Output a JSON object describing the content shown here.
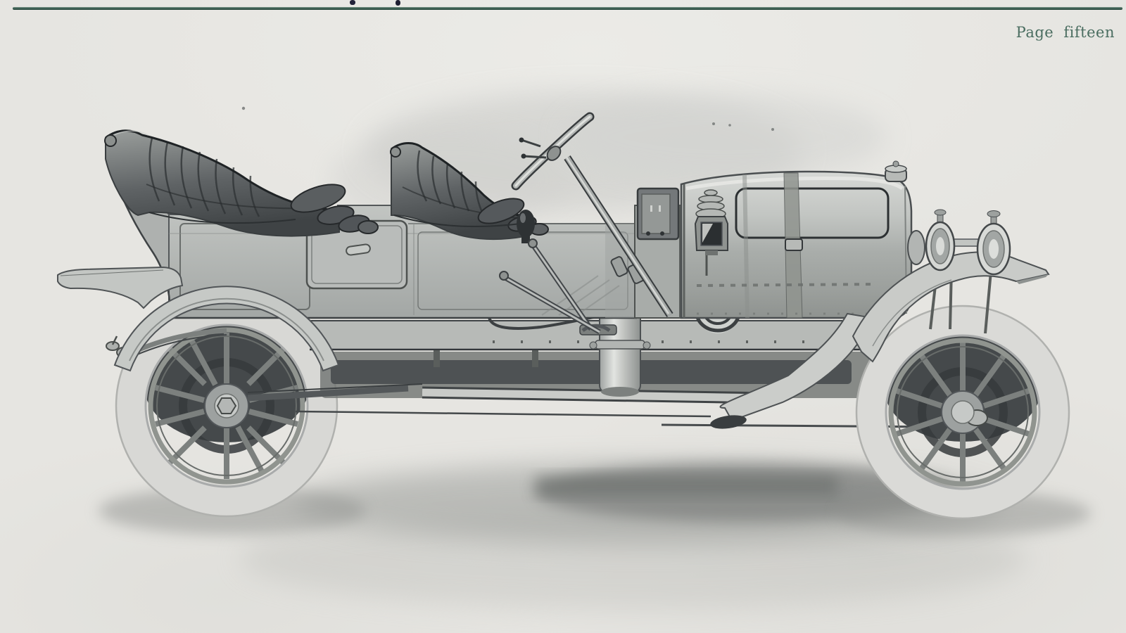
{
  "document": {
    "kind": "vintage-catalog-page-scan",
    "page_label": "Page fifteen"
  },
  "styles": {
    "paper_color": "#e6e5e1",
    "rule_color": "#35594c",
    "page_label_color": "#4a6d60",
    "illustration_ink": "#4a4e50",
    "tire_color": "#d9d9d6",
    "seat_leather_color": "#4f5355",
    "ground_shadow_color": "#84878a"
  },
  "illustration": {
    "aria_label": "Side-view photogravure illustration of an early 1900s open touring automobile facing right: tufted leather rear and front bucket seats, barrel-shaped hood with straps, side oil lamp, bulb horn with coiled trumpet, vertical acetylene tank on the chassis, tilted steering column, fenders and white tires over wood-spoke wheels, soft airbrushed ground shadow beneath.",
    "parts": [
      "rear-seat",
      "front-seat",
      "body-side",
      "door",
      "door-handle",
      "hood",
      "hood-strap",
      "filler-cap",
      "side-oil-lamp",
      "bulb-horn",
      "horn-coil",
      "acetylene-tank",
      "steering-wheel",
      "steering-column",
      "control-levers",
      "pedals",
      "coil-box",
      "chassis-frame",
      "rear-fender",
      "rear-fender-tail",
      "front-fender",
      "splash-apron",
      "headlamp-pair",
      "rear-wheel",
      "front-wheel",
      "ground-shadow"
    ]
  }
}
